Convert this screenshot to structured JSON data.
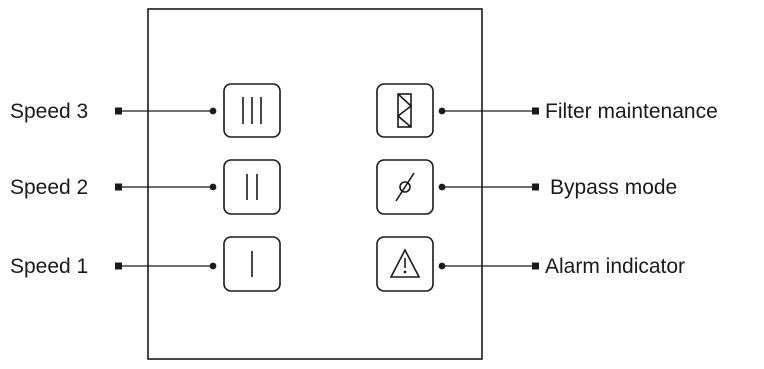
{
  "callouts": {
    "speed_3": "Speed 3",
    "speed_2": "Speed 2",
    "speed_1": "Speed 1",
    "filter_maintenance": "Filter maintenance",
    "bypass_mode": "Bypass mode",
    "alarm_indicator": "Alarm indicator"
  },
  "colors": {
    "line": "#1a1a1a",
    "background": "#ffffff"
  },
  "icons": {
    "speed_3": "three-vertical-bars-icon",
    "speed_2": "two-vertical-bars-icon",
    "speed_1": "one-vertical-bar-icon",
    "filter_maintenance": "filter-icon",
    "bypass_mode": "bypass-slash-icon",
    "alarm_indicator": "warning-triangle-icon"
  }
}
